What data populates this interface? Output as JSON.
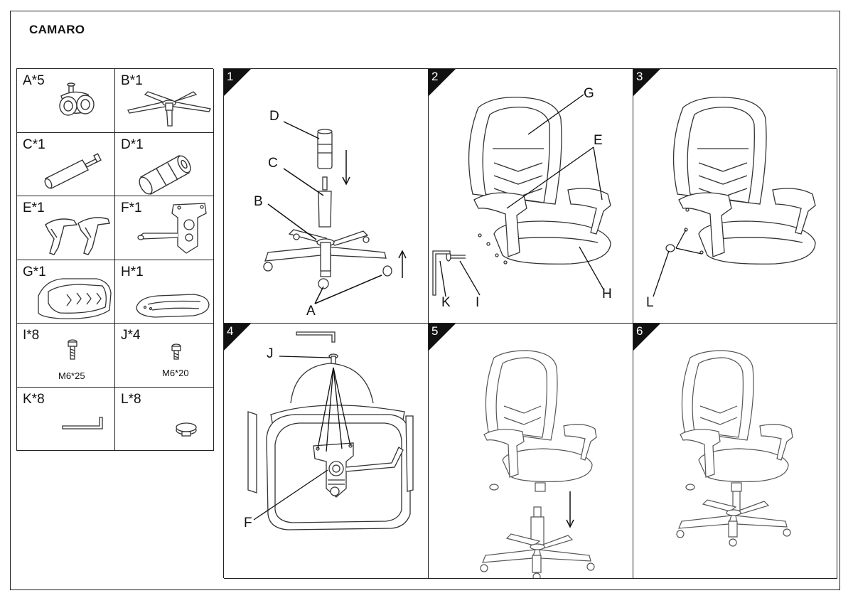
{
  "document": {
    "title": "CAMARO"
  },
  "parts": [
    {
      "label": "A*5",
      "icon": "caster-wheel-icon"
    },
    {
      "label": "B*1",
      "icon": "star-base-icon"
    },
    {
      "label": "C*1",
      "icon": "gas-lift-icon"
    },
    {
      "label": "D*1",
      "icon": "lift-cover-icon"
    },
    {
      "label": "E*1",
      "icon": "armrests-icon"
    },
    {
      "label": "F*1",
      "icon": "tilt-mechanism-icon"
    },
    {
      "label": "G*1",
      "icon": "backrest-icon"
    },
    {
      "label": "H*1",
      "icon": "seat-cushion-icon"
    },
    {
      "label": "I*8",
      "icon": "bolt-icon",
      "spec": "M6*25"
    },
    {
      "label": "J*4",
      "icon": "bolt-icon",
      "spec": "M6*20"
    },
    {
      "label": "K*8",
      "icon": "hex-key-icon"
    },
    {
      "label": "L*8",
      "icon": "cap-icon"
    }
  ],
  "steps": [
    {
      "number": "1",
      "callouts": [
        "D",
        "C",
        "B",
        "A"
      ]
    },
    {
      "number": "2",
      "callouts": [
        "G",
        "E",
        "K",
        "I",
        "H"
      ]
    },
    {
      "number": "3",
      "callouts": [
        "L"
      ]
    },
    {
      "number": "4",
      "callouts": [
        "J",
        "F"
      ]
    },
    {
      "number": "5",
      "callouts": []
    },
    {
      "number": "6",
      "callouts": []
    }
  ]
}
